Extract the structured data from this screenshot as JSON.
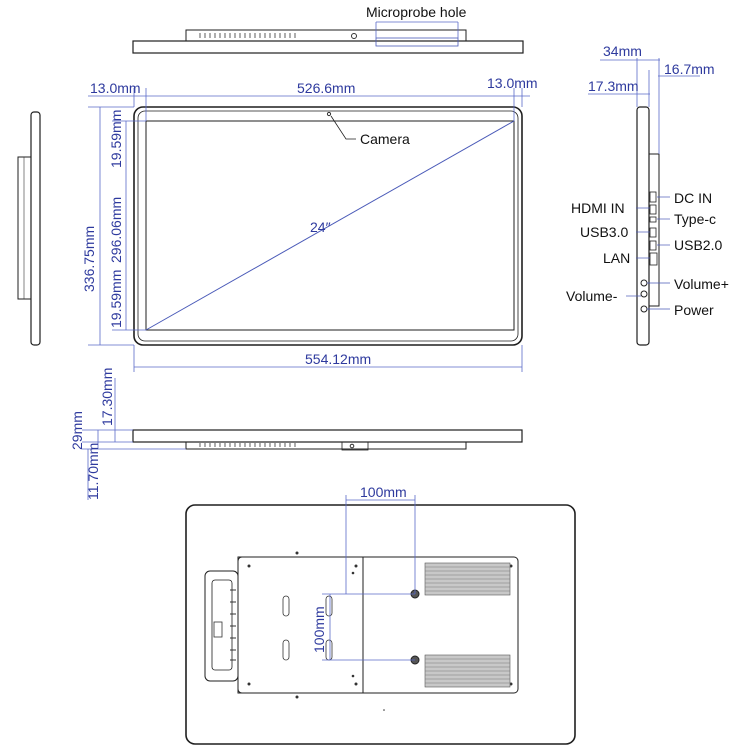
{
  "diagram": {
    "top_view": {
      "microprobe_label": "Microprobe hole"
    },
    "front_view": {
      "bezel_left": "13.0mm",
      "screen_width": "526.6mm",
      "bezel_right": "13.0mm",
      "total_height": "336.75mm",
      "screen_height": "296.06mm",
      "bezel_top": "19.59mm",
      "bezel_bottom": "19.59mm",
      "total_width": "554.12mm",
      "diagonal": "24″",
      "camera_label": "Camera"
    },
    "side_view": {
      "depth_total": "34mm",
      "depth_upper": "16.7mm",
      "depth_lower": "17.3mm",
      "ports": {
        "dc_in": "DC IN",
        "hdmi_in": "HDMI IN",
        "type_c": "Type-c",
        "usb3": "USB3.0",
        "usb2": "USB2.0",
        "lan": "LAN",
        "volume_plus": "Volume+",
        "volume_minus": "Volume-",
        "power": "Power"
      }
    },
    "bottom_view": {
      "panel_thickness": "17.30mm",
      "total_thickness": "29mm",
      "bump_thickness": "11.70mm"
    },
    "back_view": {
      "vesa_horizontal": "100mm",
      "vesa_vertical": "100mm"
    }
  },
  "colors": {
    "dimension": "#2e3a9e",
    "outline": "#1f1f1f",
    "background": "#ffffff"
  }
}
